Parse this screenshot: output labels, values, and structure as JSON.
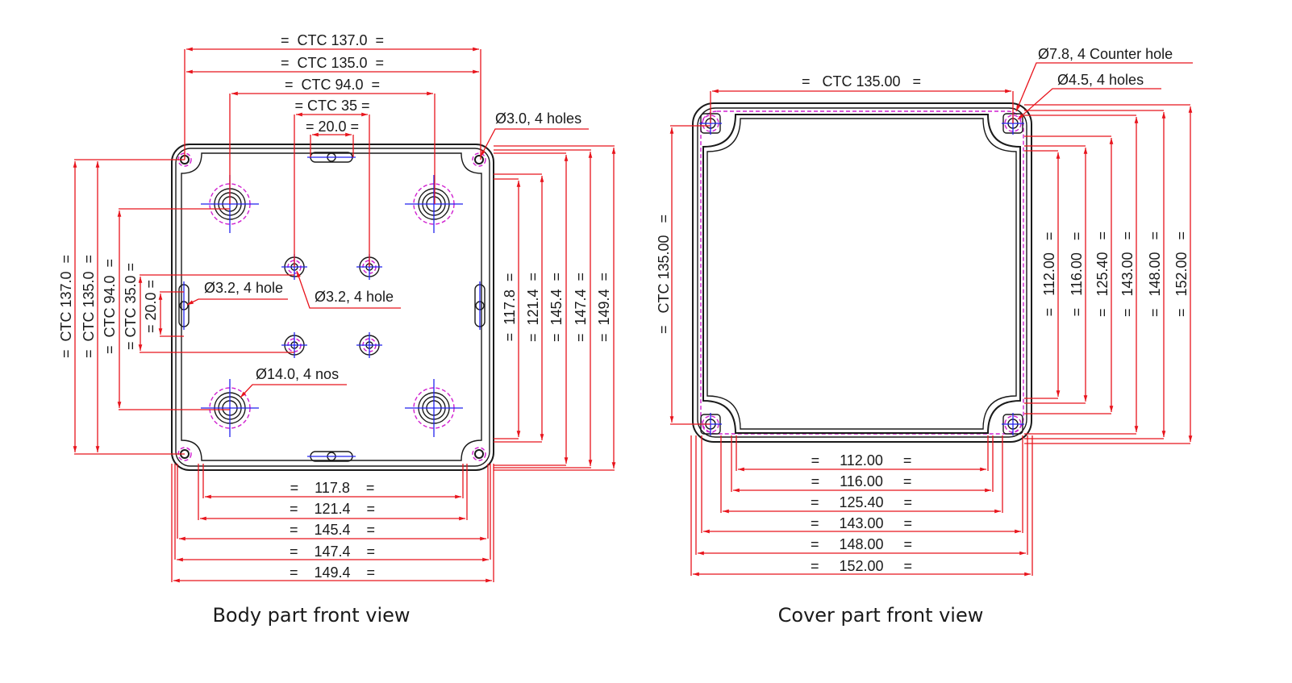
{
  "colors": {
    "dimension": "#e8141c",
    "outline": "#1a1a1a",
    "centerline": "#2222ee",
    "hidden": "#d020d0",
    "background": "#ffffff"
  },
  "body_view": {
    "caption": "Body part front view",
    "top_dimensions": [
      {
        "label": "=  CTC 137.0  =",
        "value": 137.0
      },
      {
        "label": "=  CTC 135.0  =",
        "value": 135.0
      },
      {
        "label": "=  CTC 94.0  =",
        "value": 94.0
      },
      {
        "label": "= CTC 35 =",
        "value": 35
      },
      {
        "label": "= 20.0 =",
        "value": 20.0
      }
    ],
    "left_dimensions": [
      {
        "label": "=  CTC 137.0  =",
        "value": 137.0
      },
      {
        "label": "=  CTC 135.0  =",
        "value": 135.0
      },
      {
        "label": "=  CTC 94.0  =",
        "value": 94.0
      },
      {
        "label": "= CTC 35.0 =",
        "value": 35.0
      },
      {
        "label": "= 20.0 =",
        "value": 20.0
      }
    ],
    "right_dimensions": [
      {
        "label": "=  117.8  =",
        "value": 117.8
      },
      {
        "label": "=  121.4  =",
        "value": 121.4
      },
      {
        "label": "=  145.4  =",
        "value": 145.4
      },
      {
        "label": "=  147.4  =",
        "value": 147.4
      },
      {
        "label": "=  149.4  =",
        "value": 149.4
      }
    ],
    "bottom_dimensions": [
      {
        "label": "=    117.8    =",
        "value": 117.8
      },
      {
        "label": "=    121.4    =",
        "value": 121.4
      },
      {
        "label": "=    145.4    =",
        "value": 145.4
      },
      {
        "label": "=    147.4    =",
        "value": 147.4
      },
      {
        "label": "=    149.4    =",
        "value": 149.4
      }
    ],
    "callouts": [
      {
        "label": "Ø3.0, 4 holes"
      },
      {
        "label": "Ø3.2, 4 hole"
      },
      {
        "label": "Ø3.2, 4 hole"
      },
      {
        "label": "Ø14.0, 4 nos"
      }
    ]
  },
  "cover_view": {
    "caption": "Cover part front view",
    "top_dimensions": [
      {
        "label": "=   CTC 135.00   =",
        "value": 135.0
      }
    ],
    "left_dimensions": [
      {
        "label": "=   CTC 135.00   =",
        "value": 135.0
      }
    ],
    "right_dimensions": [
      {
        "label": "=   112.00   =",
        "value": 112.0
      },
      {
        "label": "=   116.00   =",
        "value": 116.0
      },
      {
        "label": "=   125.40   =",
        "value": 125.4
      },
      {
        "label": "=   143.00   =",
        "value": 143.0
      },
      {
        "label": "=   148.00   =",
        "value": 148.0
      },
      {
        "label": "=   152.00   =",
        "value": 152.0
      }
    ],
    "bottom_dimensions": [
      {
        "label": "=     112.00     =",
        "value": 112.0
      },
      {
        "label": "=     116.00     =",
        "value": 116.0
      },
      {
        "label": "=     125.40     =",
        "value": 125.4
      },
      {
        "label": "=     143.00     =",
        "value": 143.0
      },
      {
        "label": "=     148.00     =",
        "value": 148.0
      },
      {
        "label": "=     152.00     =",
        "value": 152.0
      }
    ],
    "callouts": [
      {
        "label": "Ø7.8, 4 Counter hole"
      },
      {
        "label": "Ø4.5, 4 holes"
      }
    ]
  }
}
